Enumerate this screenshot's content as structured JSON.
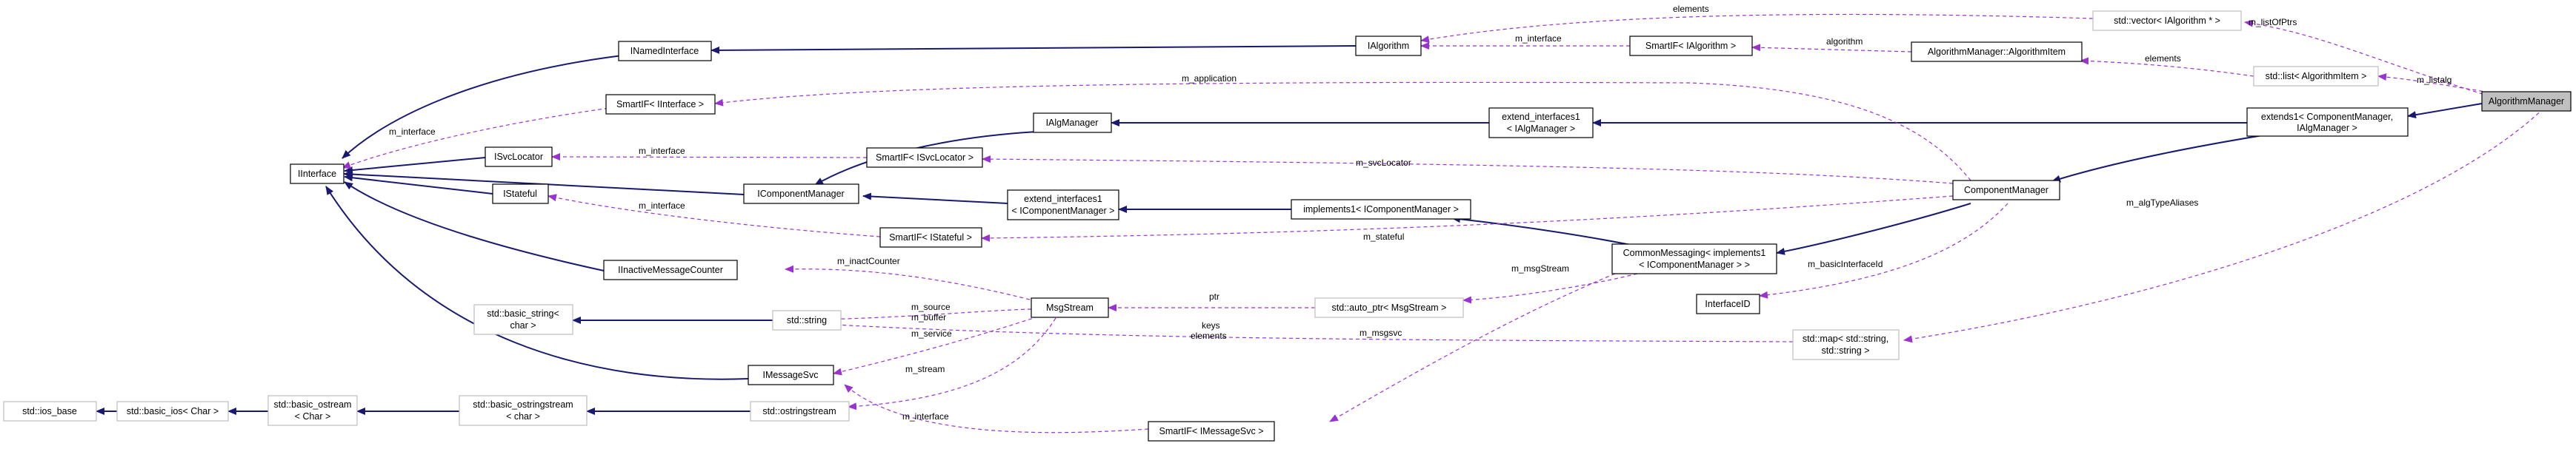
{
  "colors": {
    "inheritance_edge": "#191970",
    "usage_edge": "#9a32cd",
    "node_border": "#000000",
    "template_node_border": "#bfbfbf",
    "highlight_fill": "#bfbfbf"
  },
  "nodes": {
    "algorithm_manager": "AlgorithmManager",
    "extends1": [
      "extends1< ComponentManager,",
      " IAlgManager >"
    ],
    "component_manager": "ComponentManager",
    "vector_ialgorithm": "std::vector< IAlgorithm * >",
    "list_algorithm_item": "std::list< AlgorithmItem >",
    "algorithm_item": "AlgorithmManager::AlgorithmItem",
    "smartif_ialgorithm": "SmartIF< IAlgorithm >",
    "ialgorithm": "IAlgorithm",
    "inamed_interface": "INamedInterface",
    "smartif_iinterface": "SmartIF< IInterface >",
    "iinterface": "IInterface",
    "isvclocator": "ISvcLocator",
    "istateful": "IStateful",
    "iinactive": "IInactiveMessageCounter",
    "basic_string_char": [
      "std::basic_string<",
      " char >"
    ],
    "std_string": "std::string",
    "msgstream": "MsgStream",
    "auto_ptr_msgstream": "std::auto_ptr< MsgStream >",
    "icomponent_manager": "IComponentManager",
    "ialgmanager": "IAlgManager",
    "smartif_isvclocator": "SmartIF< ISvcLocator >",
    "smartif_istateful": "SmartIF< IStateful >",
    "extend_interfaces1_icm": [
      "extend_interfaces1",
      "< IComponentManager >"
    ],
    "implements1_icm": "implements1< IComponentManager >",
    "common_messaging": [
      "CommonMessaging< implements1",
      "< IComponentManager > >"
    ],
    "extend_interfaces1_iam": [
      "extend_interfaces1",
      "< IAlgManager >"
    ],
    "interface_id": "InterfaceID",
    "map_string_string": [
      "std::map< std::string,",
      " std::string >"
    ],
    "imessage_svc": "IMessageSvc",
    "ostringstream": "std::ostringstream",
    "basic_ostringstream": [
      "std::basic_ostringstream",
      "< char >"
    ],
    "basic_ostream": [
      "std::basic_ostream",
      "< Char >"
    ],
    "basic_ios": "std::basic_ios< Char >",
    "ios_base": "std::ios_base",
    "smartif_imessage_svc": "SmartIF< IMessageSvc >"
  },
  "edge_labels": {
    "m_listOfPtrs": "m_listOfPtrs",
    "elements_vector": "elements",
    "m_interface_ialg": "m_interface",
    "algorithm": "algorithm",
    "elements_list": "elements",
    "m_listalg": "m_listalg",
    "m_application": "m_application",
    "m_interface_iinterface": "m_interface",
    "m_interface_svclocator": "m_interface",
    "m_svcLocator": "m_svcLocator",
    "m_interface_istateful": "m_interface",
    "m_stateful": "m_stateful",
    "m_inactCounter": "m_inactCounter",
    "m_msgStream": "m_msgStream",
    "ptr": "ptr",
    "m_source": "m_source",
    "m_buffer": "m_buffer",
    "m_service": "m_service",
    "m_basicInterfaceId": "m_basicInterfaceId",
    "keys": "keys",
    "elements_map": "elements",
    "m_msgsvc": "m_msgsvc",
    "m_algTypeAliases": "m_algTypeAliases",
    "m_stream": "m_stream",
    "m_interface_msgsvc": "m_interface"
  }
}
